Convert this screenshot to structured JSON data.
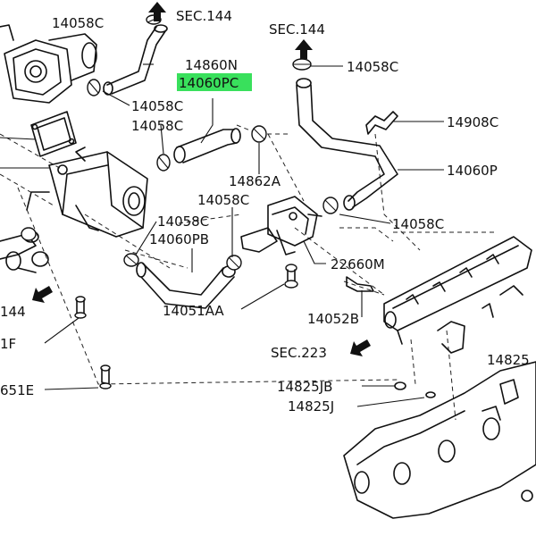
{
  "diagram": {
    "highlight_color": "#39e05c",
    "labels": {
      "sec144_top": "SEC.144",
      "sec144_right": "SEC.144",
      "sec144_left": "144",
      "sec223": "SEC.223",
      "p14058c_a": "14058C",
      "p14058c_b": "14058C",
      "p14058c_c": "14058C",
      "p14058c_d": "14058C",
      "p14058c_e": "14058C",
      "p14058c_f": "14058C",
      "p14058c_g": "14058C",
      "p14860n": "14860N",
      "p14060pc": "14060PC",
      "p14908c": "14908C",
      "p14862a": "14862A",
      "p14060p": "14060P",
      "p14060pb": "14060PB",
      "p22660m": "22660M",
      "p14051aa": "14051AA",
      "p14052b": "14052B",
      "p14825jb": "14825JB",
      "p14825j": "14825J",
      "p14825_cut": "14825",
      "p1f_cut": "1F",
      "p651e_cut": "651E"
    },
    "icons": {
      "arrow_up": "arrow-up-icon",
      "arrow_down_left": "arrow-down-left-icon"
    }
  }
}
